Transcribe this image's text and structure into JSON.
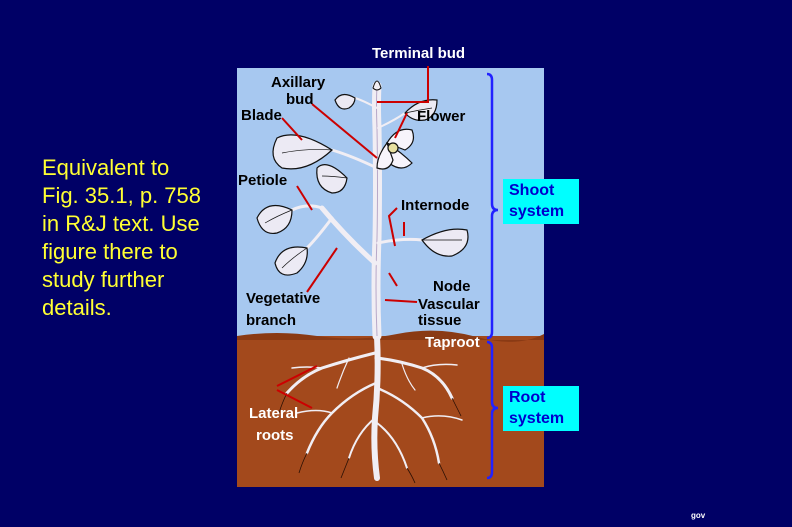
{
  "caption": {
    "lines": [
      "Equivalent to",
      "Fig. 35.1, p. 758",
      "in R&J text. Use",
      "figure there to",
      "study further",
      "details."
    ]
  },
  "labels": {
    "terminal_bud": "Terminal bud",
    "axillary_bud_1": "Axillary",
    "axillary_bud_2": "bud",
    "blade": "Blade",
    "flower": "Flower",
    "petiole": "Petiole",
    "internode": "Internode",
    "node": "Node",
    "vascular_tissue_1": "Vascular",
    "vascular_tissue_2": "tissue",
    "vegetative_branch_1": "Vegetative",
    "vegetative_branch_2": "branch",
    "taproot": "Taproot",
    "lateral_roots_1": "Lateral",
    "lateral_roots_2": "roots"
  },
  "systems": {
    "shoot": [
      "Shoot",
      "system"
    ],
    "root": [
      "Root",
      "system"
    ]
  },
  "footer": "gov",
  "colors": {
    "background": "#000066",
    "caption": "#ffff33",
    "sky": "#a7c8f0",
    "soil": "#a3491c",
    "bracket": "#2222ff",
    "leader_line": "#cc0000",
    "system_box": "#00ffff"
  }
}
